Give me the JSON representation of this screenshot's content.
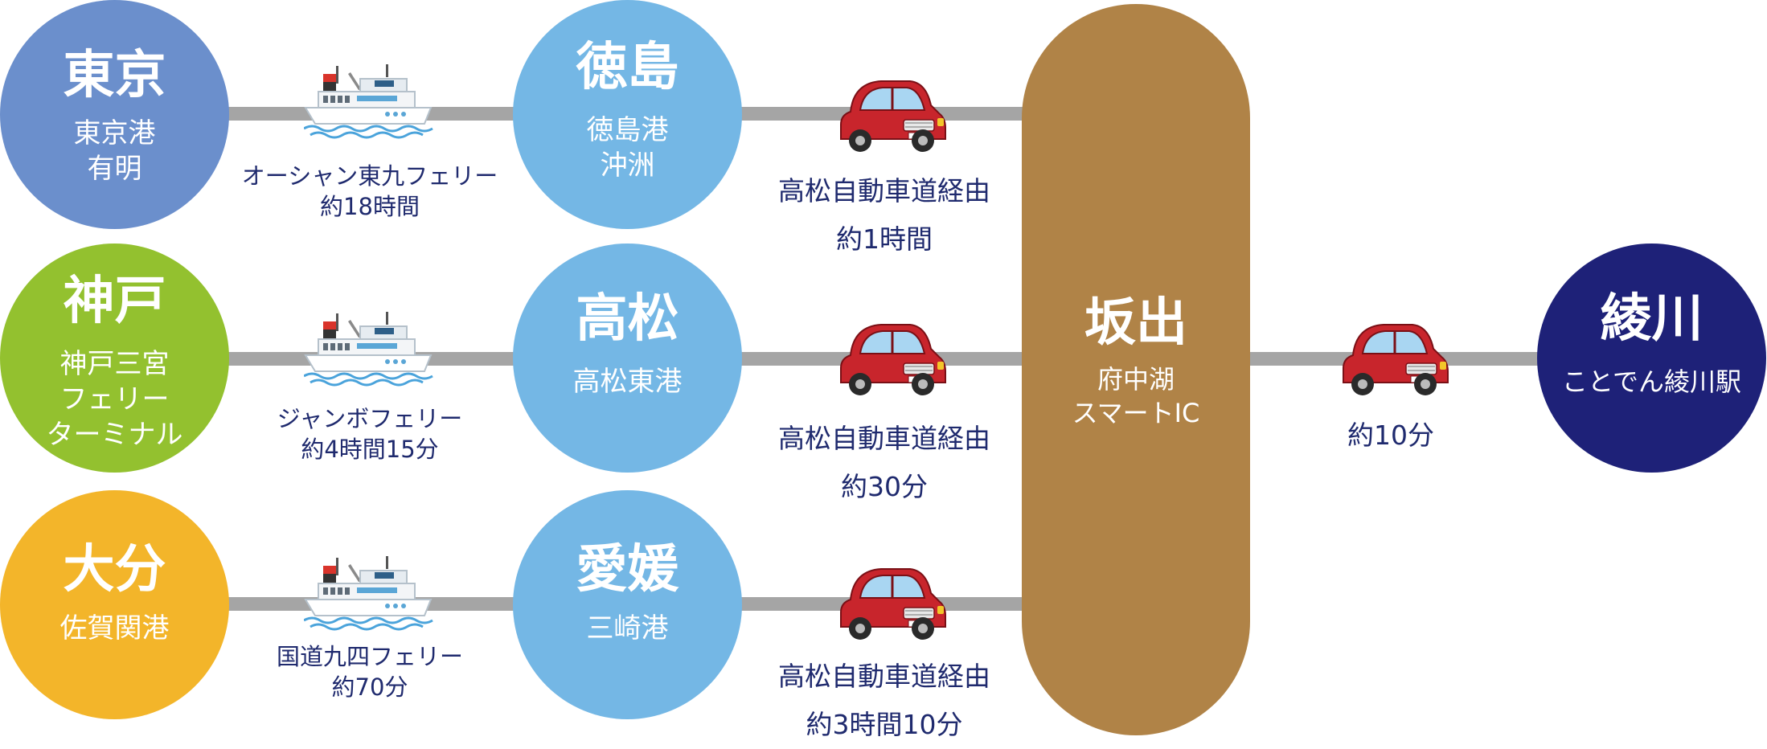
{
  "colors": {
    "tokyo": "#6b8fcc",
    "kobe": "#93c12f",
    "oita": "#f3b52a",
    "shikoku_ports": "#74b7e5",
    "sakaide": "#b08347",
    "ayagawa": "#1e2178",
    "route_line": "#a5a5a5",
    "label_text": "#1f2a6e",
    "car_red": "#c8252c"
  },
  "origins": [
    {
      "name": "東京",
      "sub": "東京港\n有明"
    },
    {
      "name": "神戸",
      "sub": "神戸三宮\nフェリー\nターミナル"
    },
    {
      "name": "大分",
      "sub": "佐賀関港"
    }
  ],
  "ports": [
    {
      "name": "徳島",
      "sub": "徳島港\n沖洲"
    },
    {
      "name": "高松",
      "sub": "高松東港"
    },
    {
      "name": "愛媛",
      "sub": "三崎港"
    }
  ],
  "ferry_routes": [
    {
      "label": "オーシャン東九フェリー\n約18時間"
    },
    {
      "label": "ジャンボフェリー\n約4時間15分"
    },
    {
      "label": "国道九四フェリー\n約70分"
    }
  ],
  "car_routes": [
    {
      "label": "高松自動車道経由\n約1時間"
    },
    {
      "label": "高松自動車道経由\n約30分"
    },
    {
      "label": "高松自動車道経由\n約3時間10分"
    }
  ],
  "sakaide": {
    "name": "坂出",
    "sub": "府中湖\nスマートIC"
  },
  "final_route": {
    "label": "約10分"
  },
  "ayagawa": {
    "name": "綾川",
    "sub": "ことでん綾川駅"
  }
}
